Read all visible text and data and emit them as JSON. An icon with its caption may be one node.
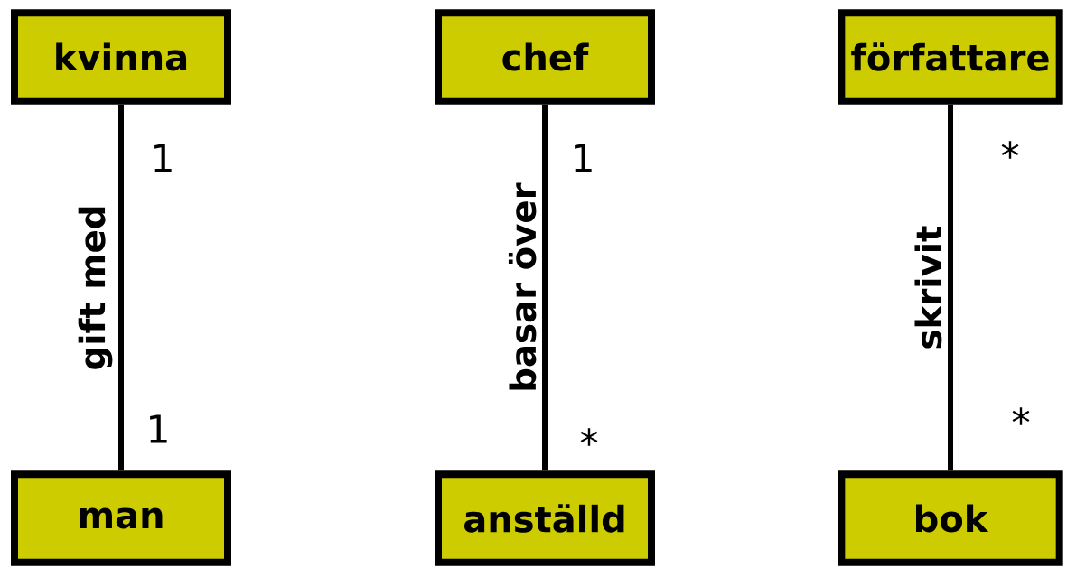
{
  "diagram": {
    "nodes": [
      {
        "text": [
          "kvinna"
        ]
      },
      {
        "text": [
          "chef"
        ]
      },
      {
        "text": [
          "författare"
        ]
      },
      {
        "text": [
          "man"
        ]
      },
      {
        "text": [
          "anställd"
        ]
      },
      {
        "text": [
          "bok"
        ]
      }
    ],
    "edges": [
      {
        "from": 0,
        "to": 3,
        "arrow": "none",
        "label": "gift med"
      },
      {
        "from": 1,
        "to": 4,
        "arrow": "none",
        "label": "basar över"
      },
      {
        "from": 2,
        "to": 5,
        "arrow": "none",
        "label": "skrivit"
      }
    ],
    "labels": [
      "1",
      "1",
      "1",
      "*",
      "*",
      "*"
    ]
  }
}
